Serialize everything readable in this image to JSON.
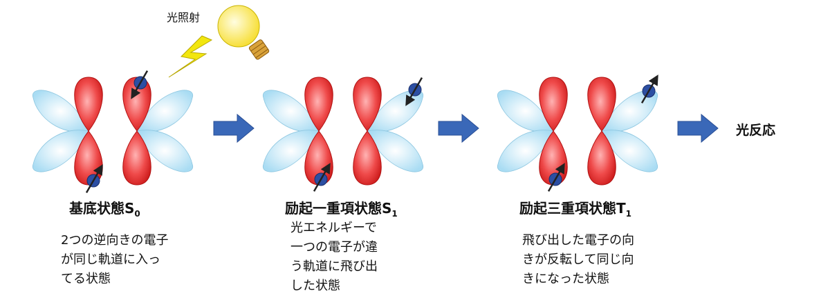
{
  "light_label": "光照射",
  "result_label": "光反応",
  "states": [
    {
      "title": "基底状態S",
      "title_sub": "0",
      "description_lines": [
        "2つの逆向きの電子",
        "が同じ軌道に入っ",
        "てる状態"
      ]
    },
    {
      "title": "励起一重項状態S",
      "title_sub": "1",
      "description_lines": [
        "光エネルギーで",
        "一つの電子が違",
        "う軌道に飛び出",
        "した状態"
      ]
    },
    {
      "title": "励起三重項状態T",
      "title_sub": "1",
      "description_lines": [
        "飛び出した電子の向",
        "きが反転して同じ向",
        "きになった状態"
      ]
    }
  ],
  "colors": {
    "red_lobe": "#ee3b3b",
    "blue_lobe": "#bfe6f7",
    "arrow": "#3a68b8",
    "electron": "#2c4fa3",
    "bulb": "#ffec7a",
    "bolt": "#f2e60f"
  }
}
